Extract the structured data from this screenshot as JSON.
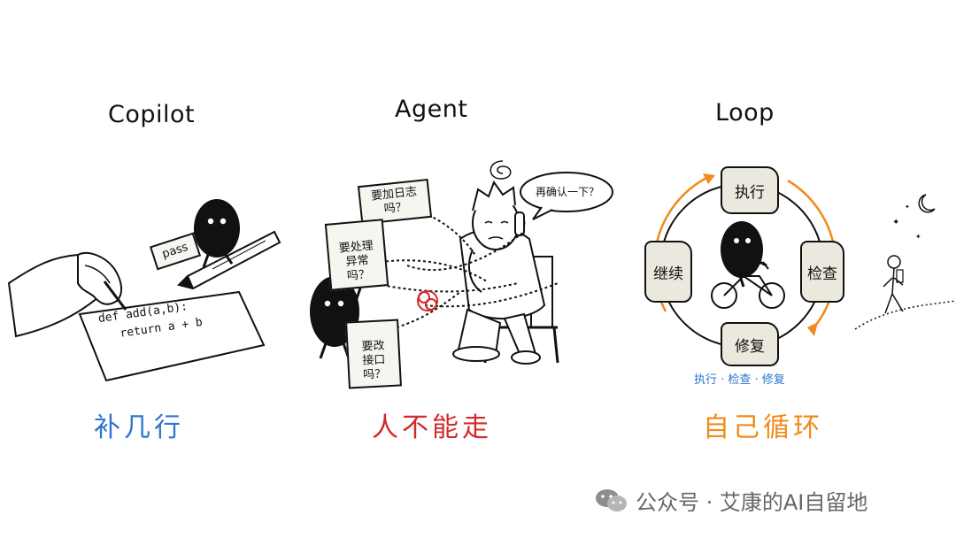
{
  "panels": [
    {
      "title": "Copilot",
      "caption": "补几行",
      "caption_color": "#2f74d0",
      "tag": "pass",
      "code_line1": "def add(a,b):",
      "code_line2": "return a + b"
    },
    {
      "title": "Agent",
      "caption": "人不能走",
      "caption_color": "#d4282b",
      "notes": [
        "要加日志吗？",
        "要处理\n异常吗？",
        "要改\n接口吗？"
      ],
      "speech": "再确认一下？"
    },
    {
      "title": "Loop",
      "caption": "自己循环",
      "caption_color": "#f08a1a",
      "steps": [
        "执行",
        "检查",
        "修复",
        "继续"
      ],
      "cycle_label": "执行 · 检查 · 修复",
      "cycle_label_color": "#2f74d0"
    }
  ],
  "watermark": {
    "text": "公众号 · 艾康的AI自留地",
    "icon": "wechat-icon",
    "color": "#666666"
  }
}
